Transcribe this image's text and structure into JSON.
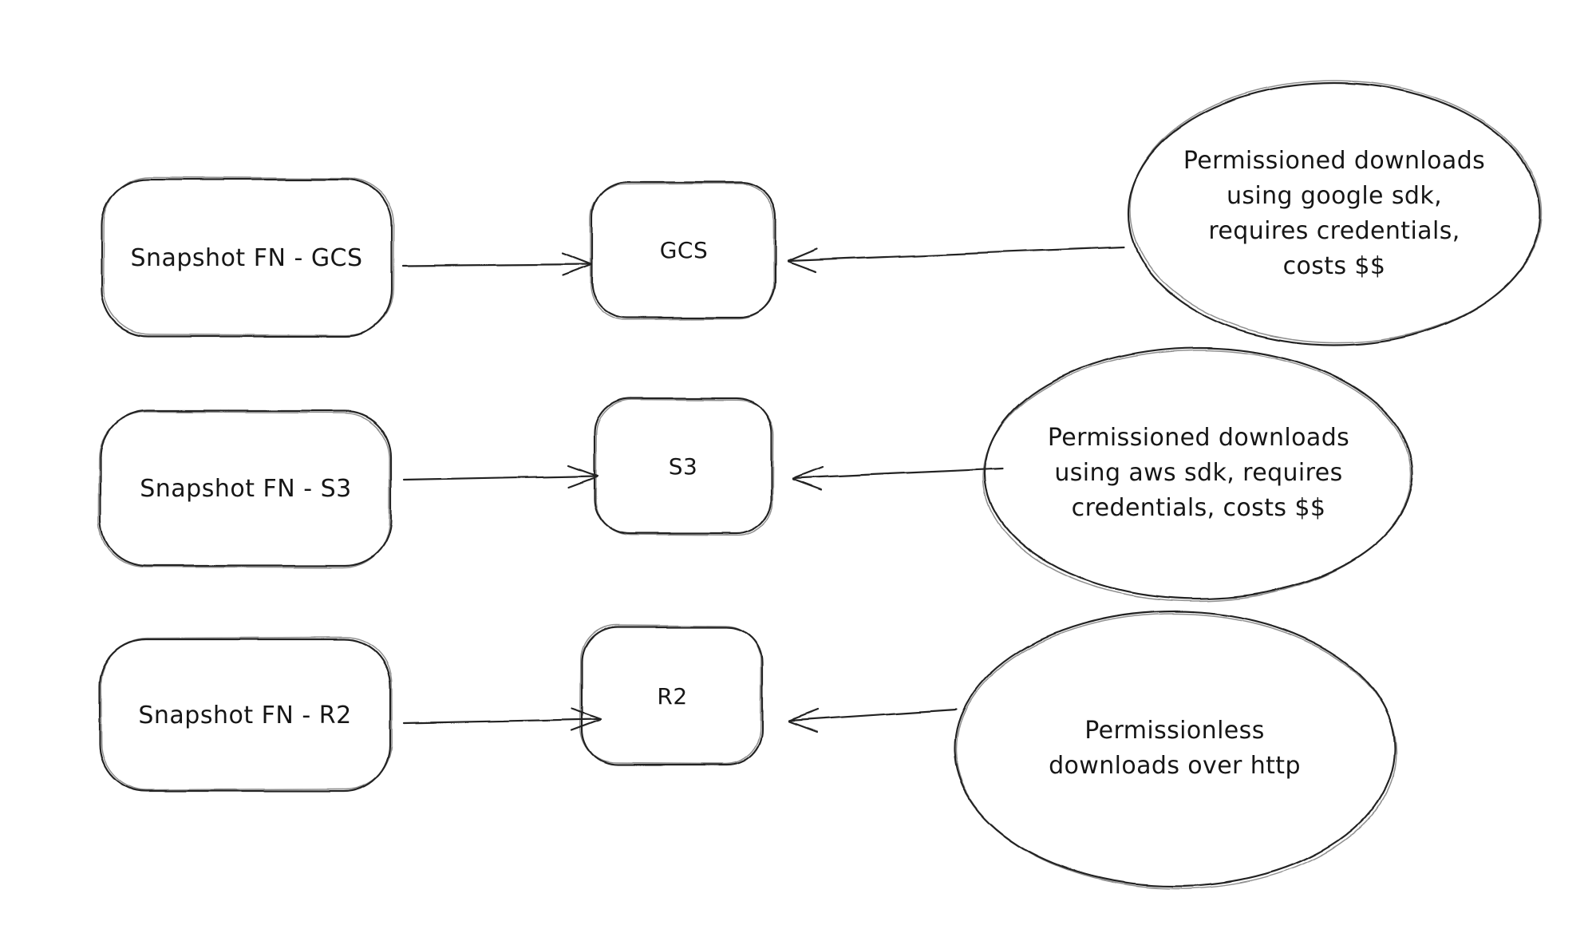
{
  "canvas": {
    "background": "#ffffff",
    "stroke_color": "#242424",
    "text_color": "#161616"
  },
  "rows": [
    {
      "source_label": "Snapshot FN - GCS",
      "target_label": "GCS",
      "note_lines": [
        "Permissioned downloads",
        "using google sdk,",
        "requires credentials,",
        "costs $$"
      ]
    },
    {
      "source_label": "Snapshot FN - S3",
      "target_label": "S3",
      "note_lines": [
        "Permissioned downloads",
        "using aws sdk, requires",
        "credentials, costs $$"
      ]
    },
    {
      "source_label": "Snapshot FN - R2",
      "target_label": "R2",
      "note_lines": [
        "Permissionless",
        "downloads over http"
      ]
    }
  ]
}
